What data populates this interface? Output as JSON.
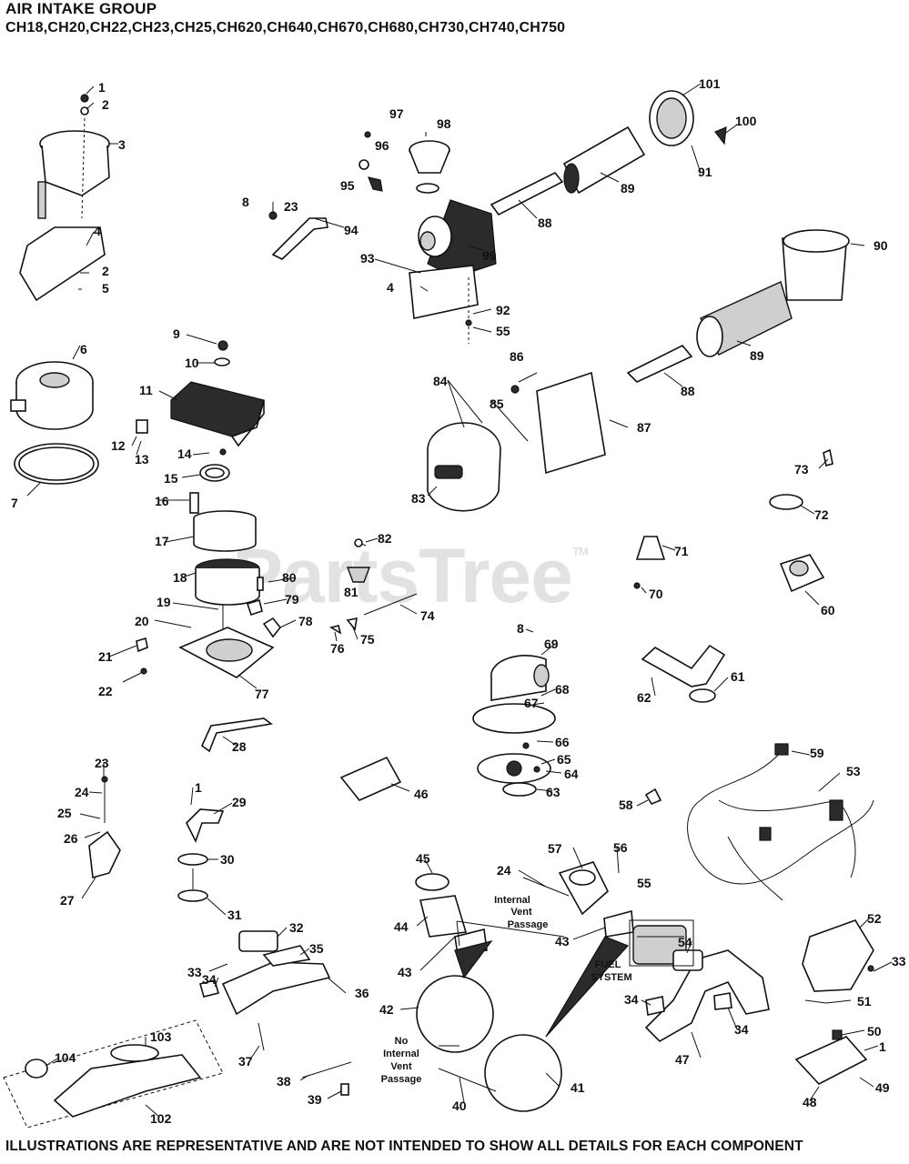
{
  "header": {
    "title": "AIR INTAKE GROUP",
    "models": "CH18,CH20,CH22,CH23,CH25,CH620,CH640,CH670,CH680,CH730,CH740,CH750"
  },
  "footer": {
    "disclaimer": "ILLUSTRATIONS ARE REPRESENTATIVE AND ARE NOT INTENDED TO SHOW ALL DETAILS FOR EACH COMPONENT"
  },
  "watermark": {
    "brand": "PartsTree",
    "mark": "TM"
  },
  "notes": [
    {
      "id": "internal-vent",
      "lines": [
        "Internal",
        "Vent",
        "Passage"
      ]
    },
    {
      "id": "fuel-system",
      "lines": [
        "FUEL",
        "SYSTEM"
      ]
    },
    {
      "id": "no-internal-vent",
      "lines": [
        "No",
        "Internal",
        "Vent",
        "Passage"
      ]
    }
  ],
  "callouts": [
    "1",
    "2",
    "3",
    "4",
    "2",
    "5",
    "6",
    "7",
    "9",
    "10",
    "11",
    "12",
    "13",
    "14",
    "15",
    "16",
    "17",
    "18",
    "19",
    "20",
    "21",
    "22",
    "8",
    "23",
    "94",
    "93",
    "4",
    "97",
    "96",
    "95",
    "98",
    "99",
    "88",
    "89",
    "101",
    "100",
    "91",
    "90",
    "92",
    "55",
    "86",
    "84",
    "85",
    "89",
    "88",
    "87",
    "83",
    "73",
    "72",
    "71",
    "60",
    "70",
    "82",
    "81",
    "80",
    "79",
    "78",
    "77",
    "76",
    "75",
    "74",
    "28",
    "8",
    "69",
    "68",
    "67",
    "66",
    "65",
    "64",
    "63",
    "62",
    "61",
    "59",
    "53",
    "58",
    "46",
    "23",
    "24",
    "25",
    "26",
    "27",
    "1",
    "29",
    "30",
    "31",
    "32",
    "35",
    "33",
    "34",
    "36",
    "37",
    "38",
    "39",
    "103",
    "104",
    "102",
    "45",
    "44",
    "43",
    "42",
    "40",
    "41",
    "24",
    "57",
    "56",
    "55",
    "43",
    "54",
    "52",
    "33",
    "51",
    "50",
    "1",
    "49",
    "48",
    "47",
    "34",
    "34"
  ]
}
